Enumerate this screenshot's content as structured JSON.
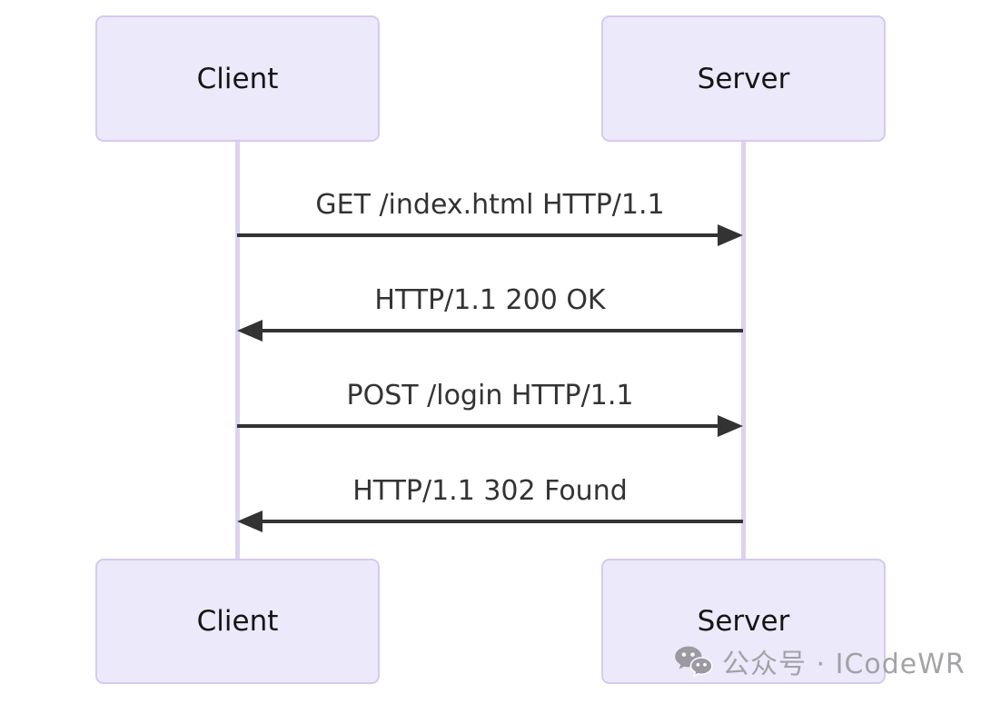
{
  "diagram": {
    "type": "sequence",
    "actors": [
      {
        "label": "Client"
      },
      {
        "label": "Server"
      }
    ],
    "messages": [
      {
        "from": "Client",
        "to": "Server",
        "direction": "right",
        "text": "GET /index.html HTTP/1.1"
      },
      {
        "from": "Server",
        "to": "Client",
        "direction": "left",
        "text": "HTTP/1.1 200 OK"
      },
      {
        "from": "Client",
        "to": "Server",
        "direction": "right",
        "text": "POST /login HTTP/1.1"
      },
      {
        "from": "Server",
        "to": "Client",
        "direction": "left",
        "text": "HTTP/1.1 302 Found"
      }
    ],
    "colors": {
      "actor_fill": "#ECE9FB",
      "actor_border": "#D6C9ED",
      "lifeline": "#DDD3F0",
      "arrow": "#333333",
      "message_text": "#333333",
      "actor_text": "#151515",
      "watermark_text": "#9C9C9F",
      "watermark_icon": "#96939C",
      "background": "#FFFFFF"
    }
  },
  "watermark": {
    "icon": "wechat-icon",
    "text": "公众号 · ICodeWR"
  }
}
